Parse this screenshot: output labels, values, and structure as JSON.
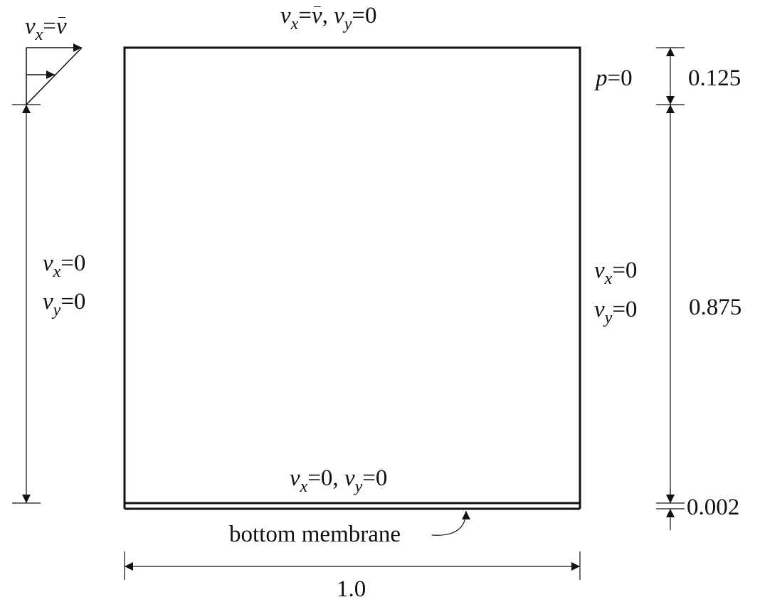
{
  "boundary_conditions": {
    "top": {
      "vx_sym": "v",
      "vx_sub": "x",
      "eq1": "=",
      "vbar": "v",
      "comma": ",",
      "vy_sym": "v",
      "vy_sub": "y",
      "eq2": "=0"
    },
    "inflow": {
      "sym": "v",
      "sub": "x",
      "eq": "=",
      "vbar": "v"
    },
    "left_wall": {
      "vx": {
        "sym": "v",
        "sub": "x",
        "eq": "=0"
      },
      "vy": {
        "sym": "v",
        "sub": "y",
        "eq": "=0"
      }
    },
    "outlet": {
      "sym": "p",
      "eq": "=0"
    },
    "right_wall": {
      "vx": {
        "sym": "v",
        "sub": "x",
        "eq": "=0"
      },
      "vy": {
        "sym": "v",
        "sub": "y",
        "eq": "=0"
      }
    },
    "bottom": {
      "vx_sym": "v",
      "vx_sub": "x",
      "eq1": "=0,",
      "vy_sym": "v",
      "vy_sub": "y",
      "eq2": "=0"
    }
  },
  "dimensions": {
    "outlet_height": "0.125",
    "wall_height": "0.875",
    "membrane_thickness": "0.002",
    "width": "1.0"
  },
  "labels": {
    "membrane": "bottom membrane"
  },
  "colors": {
    "line": "#111111",
    "background": "#ffffff"
  }
}
